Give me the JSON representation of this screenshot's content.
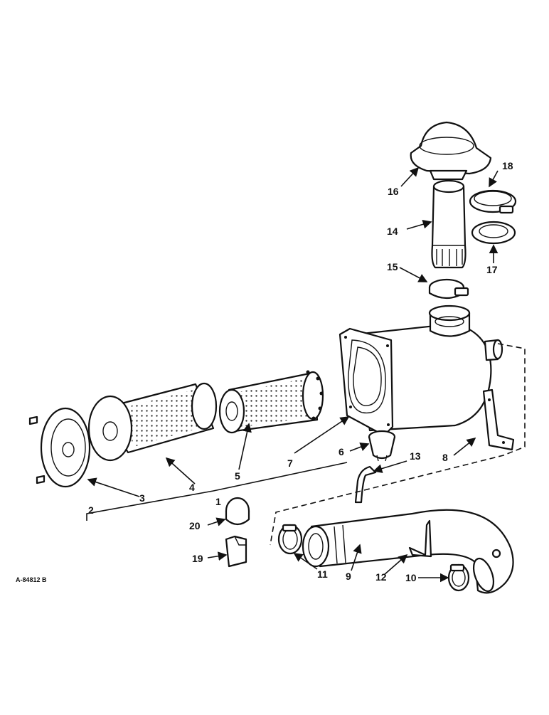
{
  "drawing_id": "A-84812 B",
  "callouts": [
    {
      "number": "1"
    },
    {
      "number": "2"
    },
    {
      "number": "3"
    },
    {
      "number": "4"
    },
    {
      "number": "5"
    },
    {
      "number": "6"
    },
    {
      "number": "7"
    },
    {
      "number": "8"
    },
    {
      "number": "9"
    },
    {
      "number": "10"
    },
    {
      "number": "11"
    },
    {
      "number": "12"
    },
    {
      "number": "13"
    },
    {
      "number": "14"
    },
    {
      "number": "15"
    },
    {
      "number": "16"
    },
    {
      "number": "17"
    },
    {
      "number": "18"
    },
    {
      "number": "19"
    },
    {
      "number": "20"
    }
  ]
}
